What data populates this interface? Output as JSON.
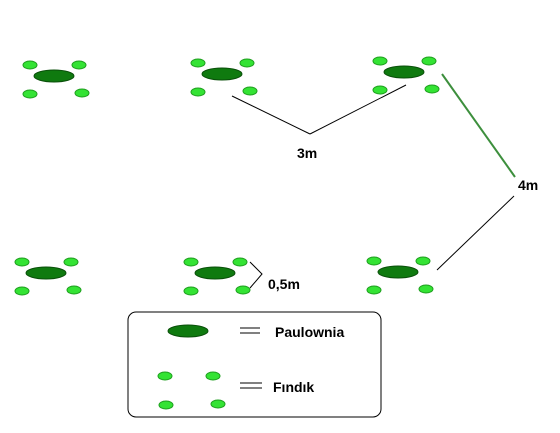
{
  "colors": {
    "paulownia_fill": "#0f7a0f",
    "paulownia_stroke": "#0a4f0a",
    "findik_fill": "#34e334",
    "findik_stroke": "#1e9e1e",
    "line": "#000000",
    "diagonal_line": "#3d8f3d"
  },
  "measurements": {
    "row_spacing": "3m",
    "column_spacing": "4m",
    "hazel_offset": "0,5m"
  },
  "legend": {
    "paulownia_label": "Paulownia",
    "findik_label": "Fındık"
  }
}
